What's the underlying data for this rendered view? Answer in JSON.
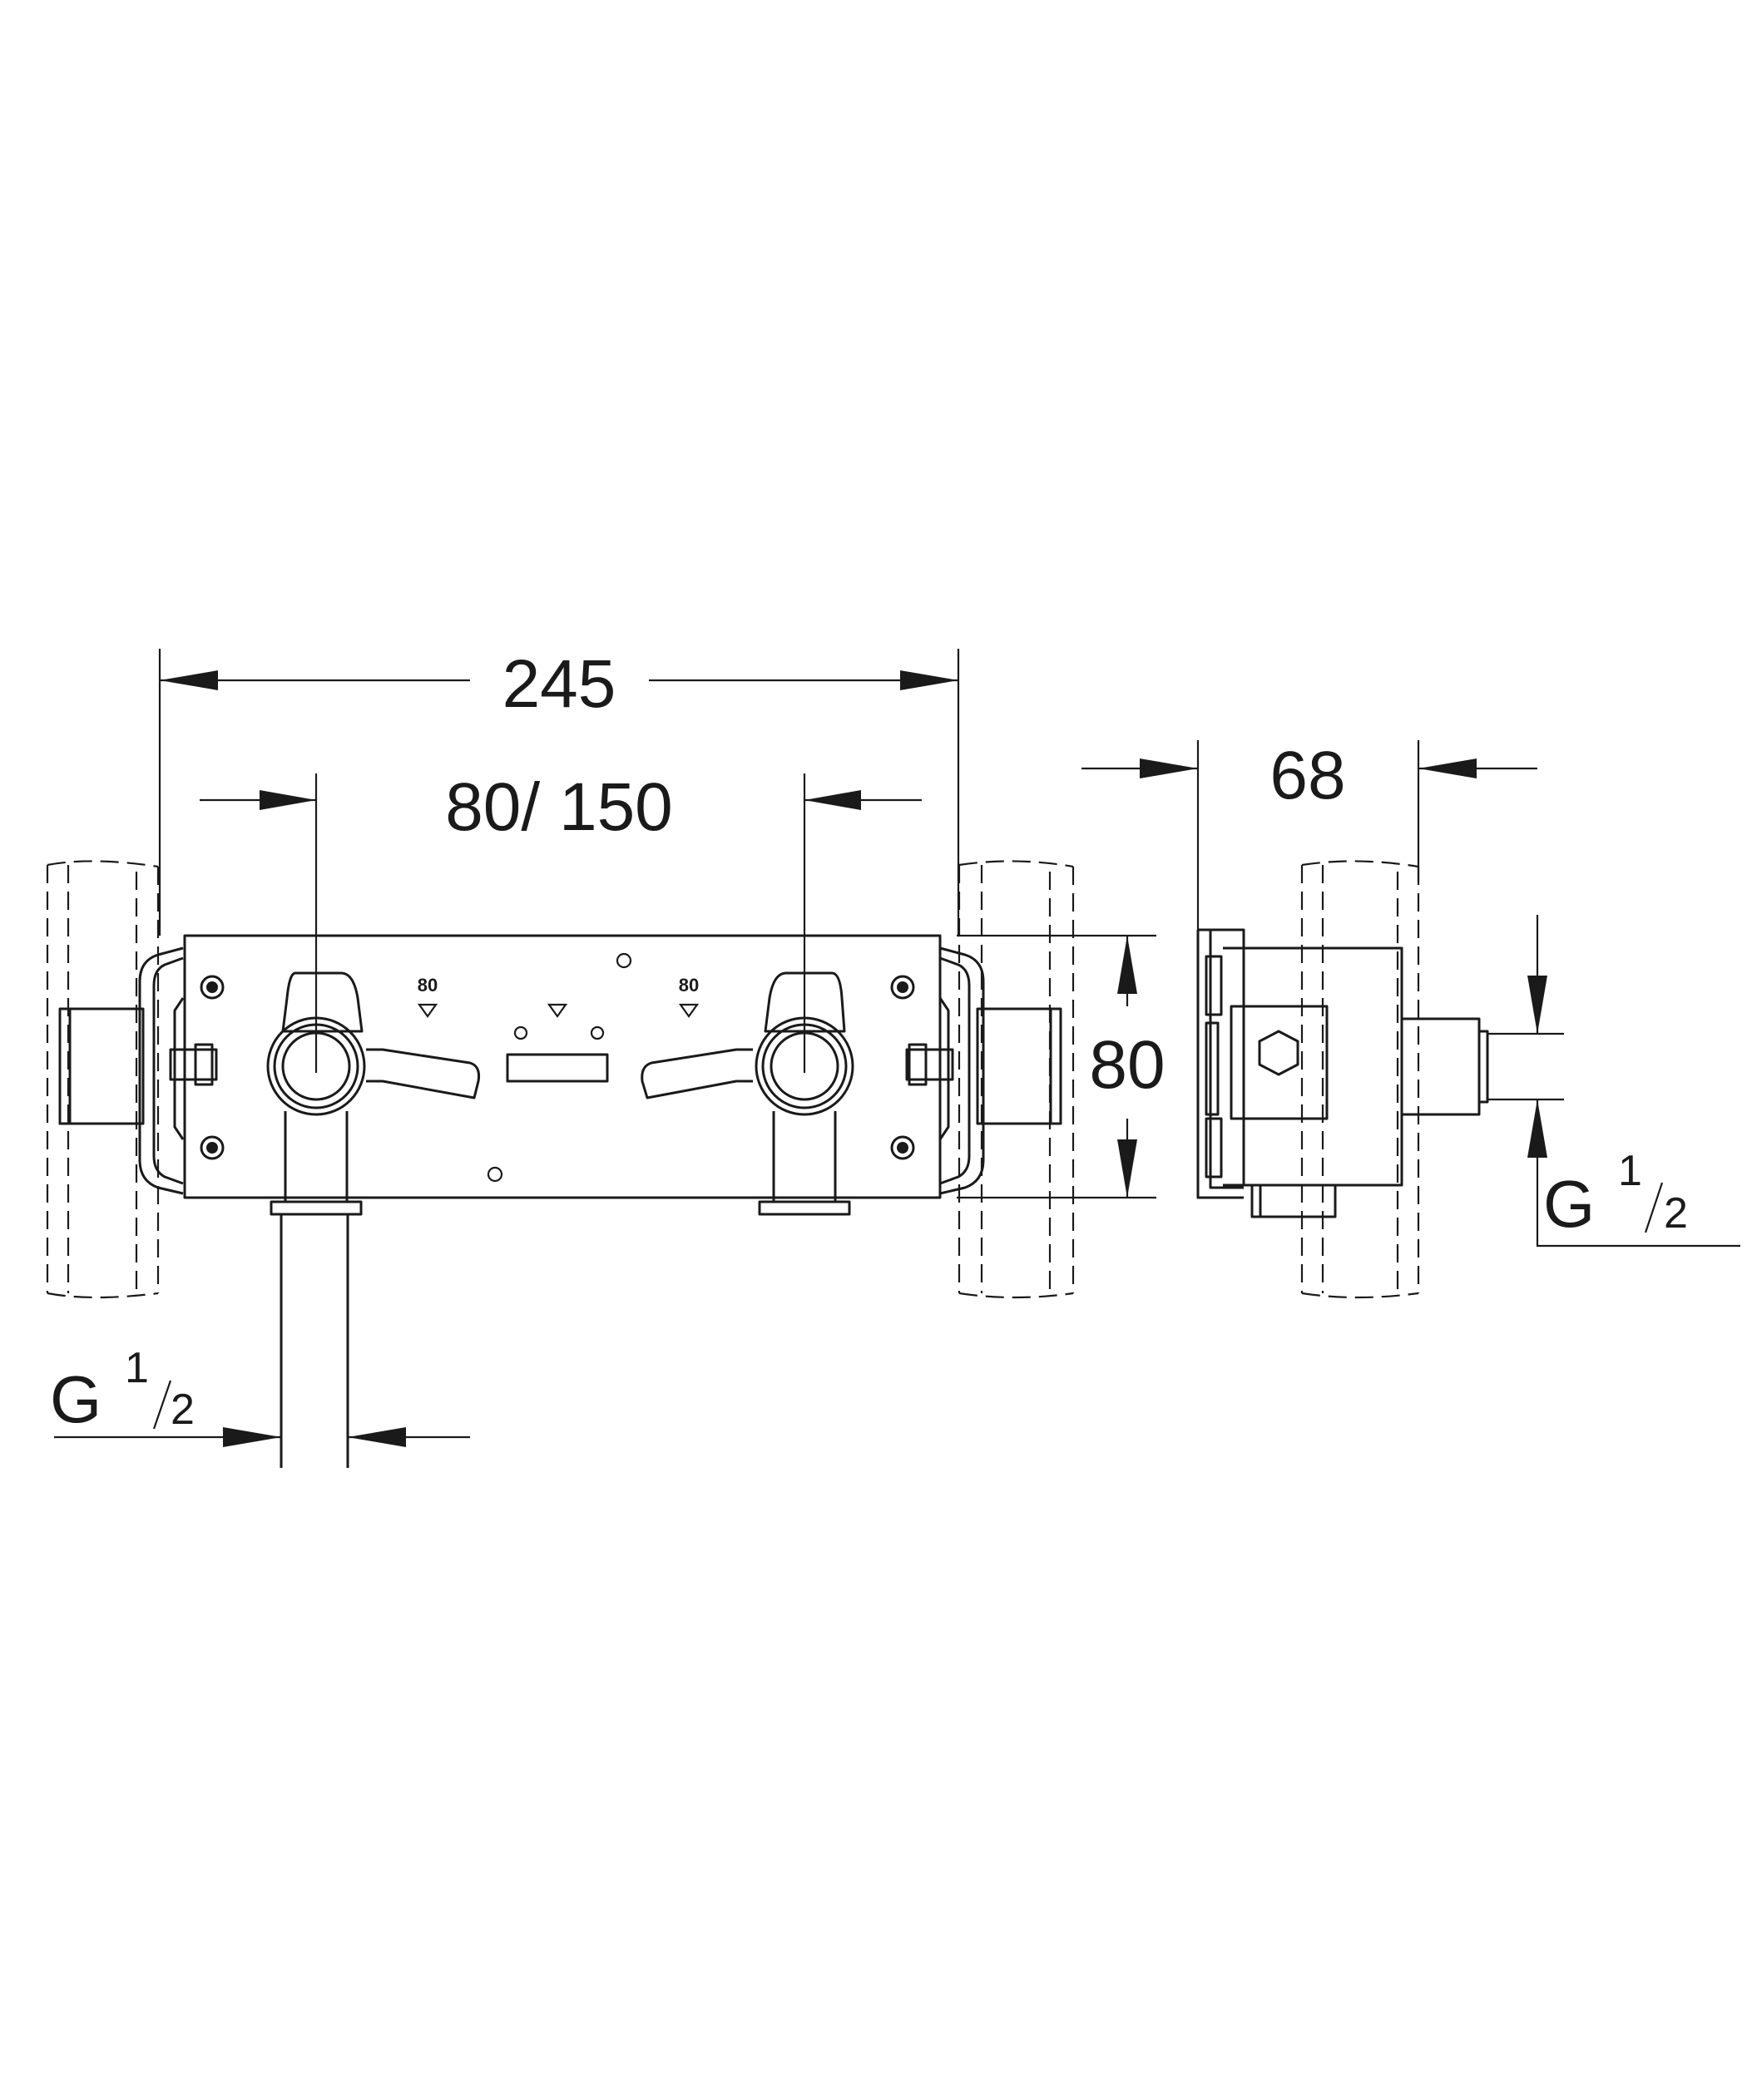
{
  "dimensions": {
    "overall_width": "245",
    "centers": "80/ 150",
    "depth": "68",
    "height": "80"
  },
  "threads": {
    "bottom_connection": {
      "letter": "G",
      "numerator": "1",
      "denominator": "2"
    },
    "side_connection": {
      "letter": "G",
      "numerator": "1",
      "denominator": "2"
    }
  },
  "plate_markings": {
    "left_mark": "80",
    "right_mark": "80"
  },
  "icons": [
    "arrow-head-icon",
    "triangle-marker-icon",
    "hex-nut-icon"
  ],
  "colors": {
    "ink": "#1a1a1a",
    "background": "#ffffff"
  }
}
